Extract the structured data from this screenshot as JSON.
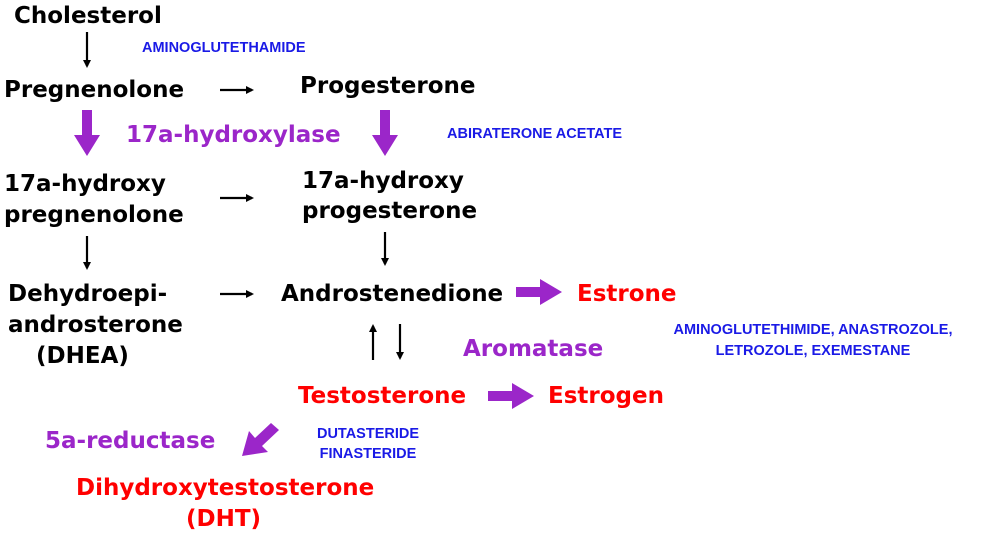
{
  "compounds": {
    "cholesterol": "Cholesterol",
    "pregnenolone": "Pregnenolone",
    "progesterone": "Progesterone",
    "hydroxy_preg_1": "17a-hydroxy",
    "hydroxy_preg_2": "pregnenolone",
    "hydroxy_prog_1": "17a-hydroxy",
    "hydroxy_prog_2": "progesterone",
    "dhea_1": "Dehydroepi-",
    "dhea_2": "androsterone",
    "dhea_3": "(DHEA)",
    "androstenedione": "Androstenedione",
    "estrone": "Estrone",
    "testosterone": "Testosterone",
    "estrogen": "Estrogen",
    "dht_1": "Dihydroxytestosterone",
    "dht_2": "(DHT)"
  },
  "enzymes": {
    "hydroxylase": "17a-hydroxylase",
    "aromatase": "Aromatase",
    "reductase": "5a-reductase"
  },
  "drugs": {
    "aminoglutethamide": "AMINOGLUTETHAMIDE",
    "abiraterone": "ABIRATERONE ACETATE",
    "aromatase_inhibitors_1": "AMINOGLUTETHIMIDE, ANASTROZOLE,",
    "aromatase_inhibitors_2": "LETROZOLE, EXEMESTANE",
    "reductase_inhibitor_1": "DUTASTERIDE",
    "reductase_inhibitor_2": "FINASTERIDE"
  },
  "colors": {
    "compound": "#000000",
    "product": "#ff0000",
    "enzyme": "#9b26c9",
    "drug": "#1a1ae6",
    "enzyme_arrow": "#9b26c9"
  }
}
